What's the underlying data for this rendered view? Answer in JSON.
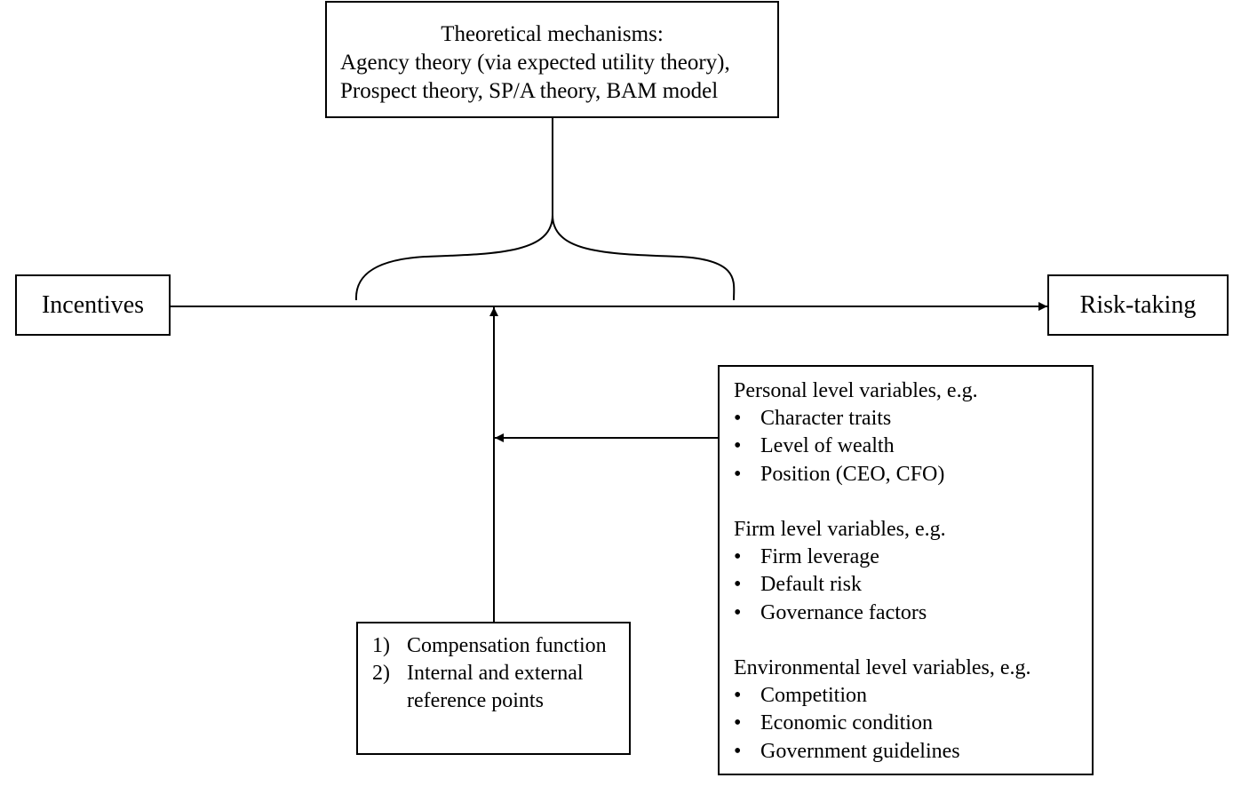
{
  "mechanisms": {
    "line1": "Theoretical mechanisms:",
    "line2": "Agency theory (via expected utility theory),",
    "line3": "Prospect theory, SP/A theory, BAM model"
  },
  "incentives": {
    "label": "Incentives"
  },
  "risk_taking": {
    "label": "Risk-taking"
  },
  "moderators": {
    "groups": [
      {
        "title": "Personal level variables, e.g.",
        "items": [
          "Character traits",
          "Level of wealth",
          "Position (CEO, CFO)"
        ]
      },
      {
        "title": "Firm level variables, e.g.",
        "items": [
          "Firm leverage",
          "Default risk",
          "Governance factors"
        ]
      },
      {
        "title": "Environmental level variables, e.g.",
        "items": [
          "Competition",
          "Economic condition",
          "Government guidelines"
        ]
      }
    ]
  },
  "compensation": {
    "items": [
      {
        "number": "1)",
        "text": "Compensation function"
      },
      {
        "number": "2)",
        "text": "Internal and external reference points"
      }
    ]
  },
  "bullet_symbol": "•"
}
